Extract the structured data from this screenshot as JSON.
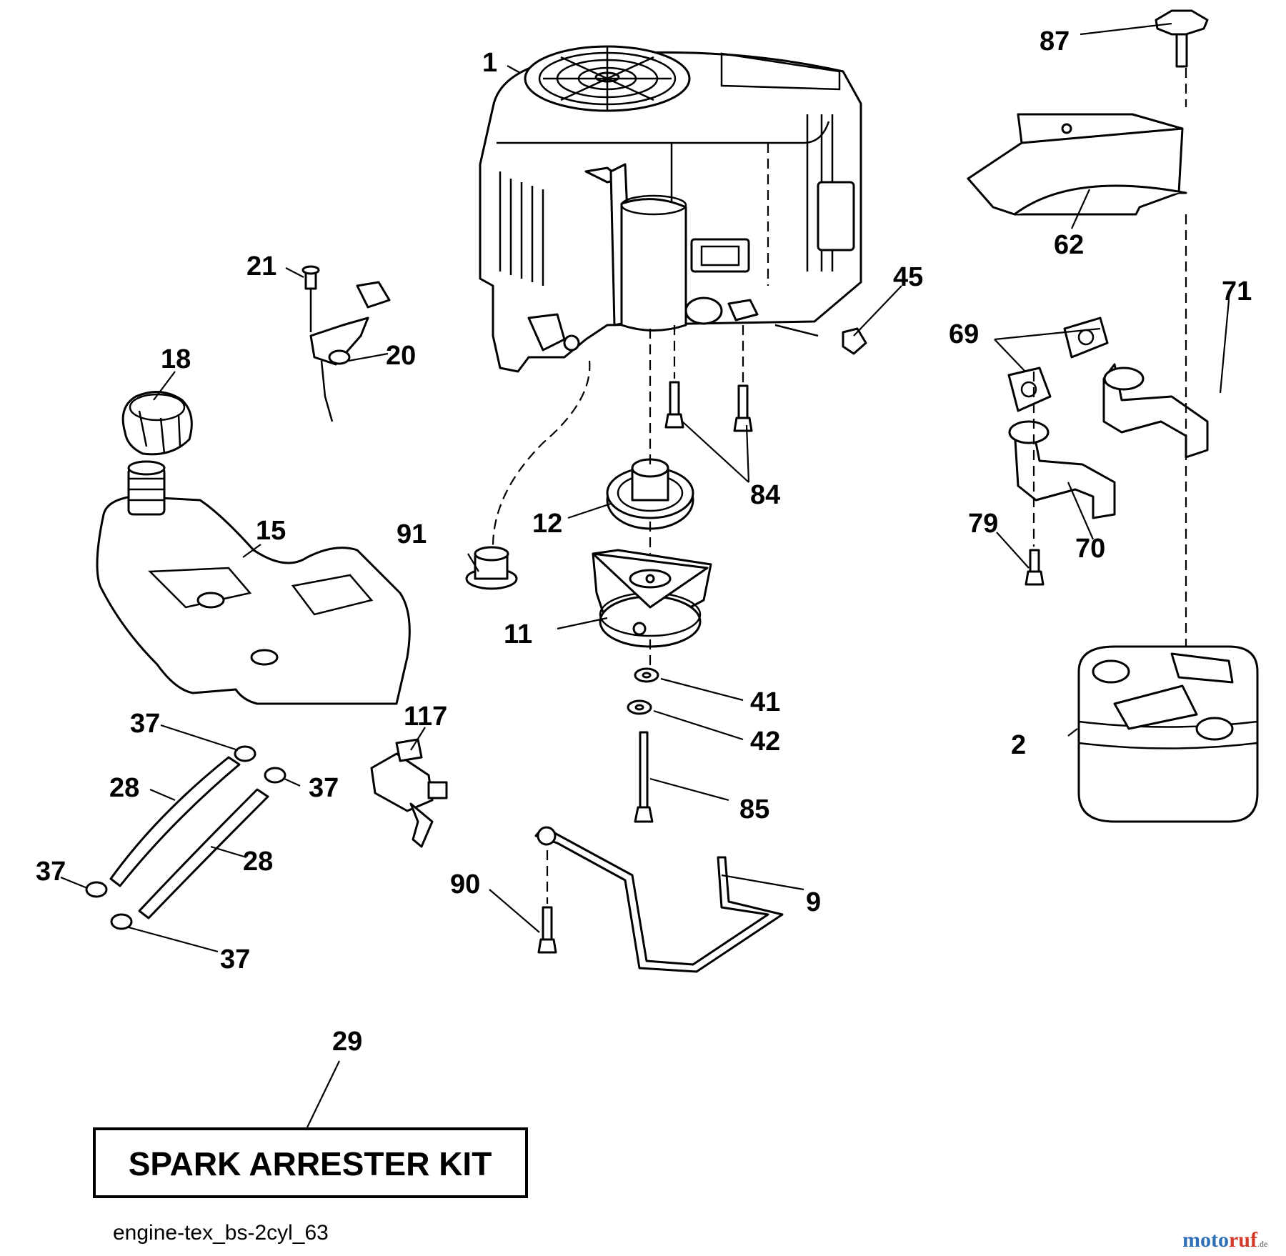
{
  "part_numbers": {
    "p1": "1",
    "p2": "2",
    "p9": "9",
    "p11": "11",
    "p12": "12",
    "p15": "15",
    "p18": "18",
    "p20": "20",
    "p21": "21",
    "p28a": "28",
    "p28b": "28",
    "p29": "29",
    "p37a": "37",
    "p37b": "37",
    "p37c": "37",
    "p37d": "37",
    "p41": "41",
    "p42": "42",
    "p45": "45",
    "p62": "62",
    "p69": "69",
    "p70": "70",
    "p71": "71",
    "p79": "79",
    "p84": "84",
    "p85": "85",
    "p87": "87",
    "p90": "90",
    "p91": "91",
    "p117": "117"
  },
  "kit_label": "SPARK ARRESTER KIT",
  "diagram_code": "engine-tex_bs-2cyl_63",
  "watermark": {
    "brand_a": "moto",
    "brand_b": "ruf",
    "suffix": ".de"
  },
  "icons": {
    "engine": "engine-icon",
    "muffler": "muffler-icon",
    "fuel_tank": "fuel-tank-icon",
    "fuel_cap": "fuel-cap-icon",
    "clutch": "pto-clutch-icon",
    "pulley": "pulley-icon",
    "heat_shield": "heat-shield-icon",
    "exhaust_pipe": "exhaust-pipe-icon"
  },
  "colors": {
    "line": "#000000",
    "background": "#ffffff",
    "watermark_blue": "#2f6fb5",
    "watermark_red": "#d23a2a"
  }
}
